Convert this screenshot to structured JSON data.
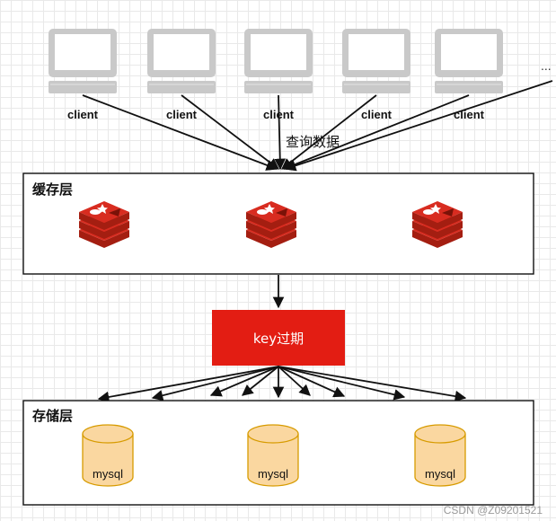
{
  "clients": [
    "client",
    "client",
    "client",
    "client",
    "client"
  ],
  "more_clients": "...",
  "query_label": "查询数据",
  "cache_layer": {
    "label": "缓存层",
    "node_count": 3,
    "node_icon": "redis-icon"
  },
  "key_expire": {
    "label": "key过期",
    "color": "#e31d13"
  },
  "storage_layer": {
    "label": "存储层",
    "databases": [
      "mysql",
      "mysql",
      "mysql"
    ]
  },
  "watermark": "CSDN @Z09201521"
}
